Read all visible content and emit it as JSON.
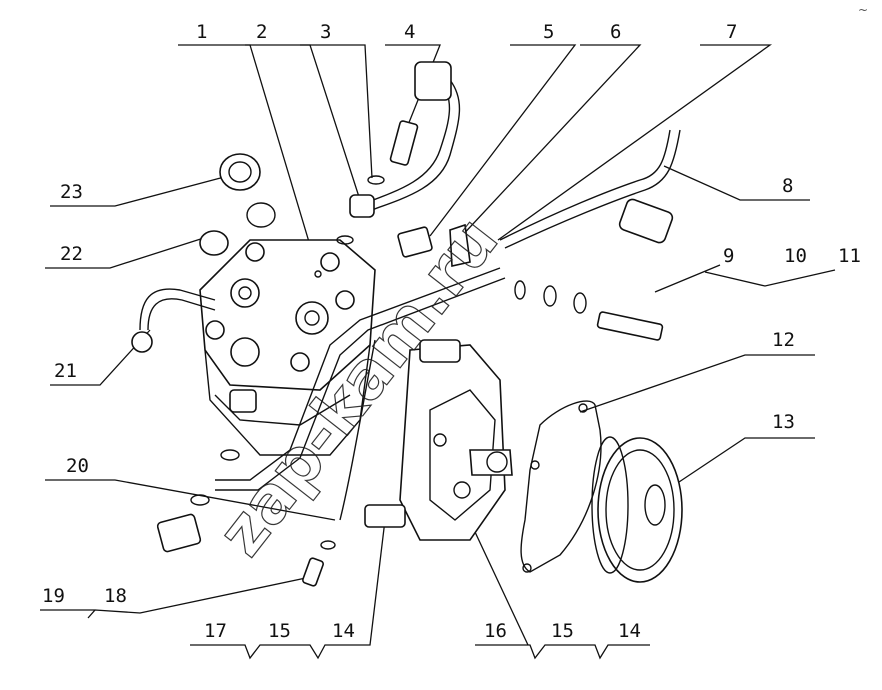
{
  "diagram": {
    "callouts": [
      {
        "id": "c1",
        "text": "1"
      },
      {
        "id": "c2",
        "text": "2"
      },
      {
        "id": "c3",
        "text": "3"
      },
      {
        "id": "c4",
        "text": "4"
      },
      {
        "id": "c5",
        "text": "5"
      },
      {
        "id": "c6",
        "text": "6"
      },
      {
        "id": "c7",
        "text": "7"
      },
      {
        "id": "c8",
        "text": "8"
      },
      {
        "id": "c9",
        "text": "9"
      },
      {
        "id": "c10",
        "text": "10"
      },
      {
        "id": "c11",
        "text": "11"
      },
      {
        "id": "c12",
        "text": "12"
      },
      {
        "id": "c13",
        "text": "13"
      },
      {
        "id": "c14a",
        "text": "14"
      },
      {
        "id": "c14b",
        "text": "14"
      },
      {
        "id": "c15a",
        "text": "15"
      },
      {
        "id": "c15b",
        "text": "15"
      },
      {
        "id": "c16",
        "text": "16"
      },
      {
        "id": "c17",
        "text": "17"
      },
      {
        "id": "c18",
        "text": "18"
      },
      {
        "id": "c19",
        "text": "19"
      },
      {
        "id": "c20",
        "text": "20"
      },
      {
        "id": "c21",
        "text": "21"
      },
      {
        "id": "c22",
        "text": "22"
      },
      {
        "id": "c23",
        "text": "23"
      }
    ],
    "watermark": "zap-kam.ru",
    "corner_mark": "~"
  }
}
